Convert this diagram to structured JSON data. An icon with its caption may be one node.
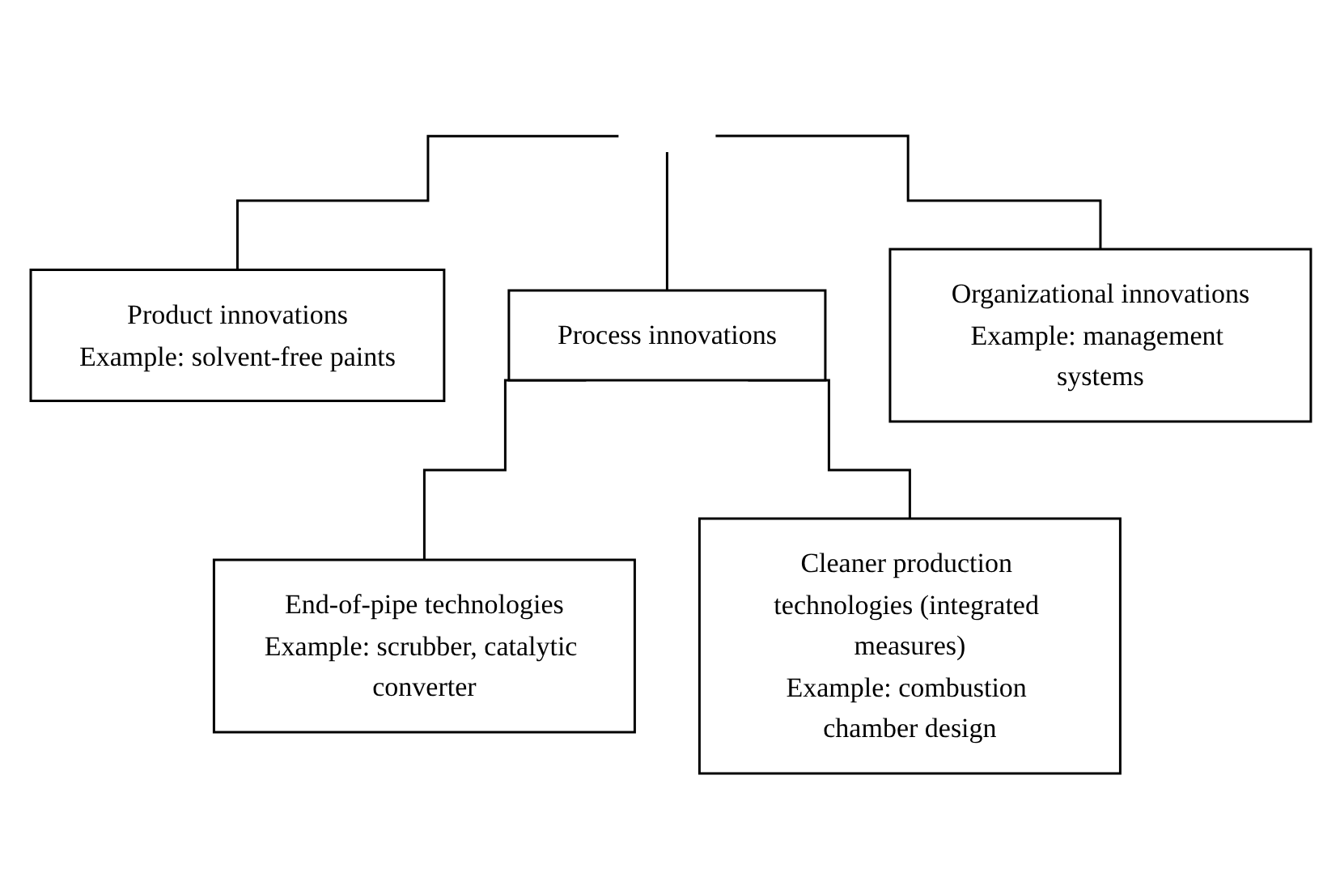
{
  "diagram": {
    "nodes": [
      {
        "text": [
          "Product innovations",
          "Example: solvent-free paints"
        ]
      },
      {
        "text": [
          "Process innovations"
        ]
      },
      {
        "text": [
          "Organizational innovations",
          "Example: management systems"
        ]
      },
      {
        "text": [
          "End-of-pipe technologies",
          "Example: scrubber, catalytic converter"
        ]
      },
      {
        "text": [
          "Cleaner production technologies (integrated measures)",
          "Example: combustion chamber design"
        ]
      }
    ],
    "edges": [
      {
        "from": null,
        "to": 0,
        "arrow": "none"
      },
      {
        "from": null,
        "to": 1,
        "arrow": "none"
      },
      {
        "from": null,
        "to": 2,
        "arrow": "none"
      },
      {
        "from": 1,
        "to": 3,
        "arrow": "none"
      },
      {
        "from": 1,
        "to": 4,
        "arrow": "none"
      }
    ]
  }
}
